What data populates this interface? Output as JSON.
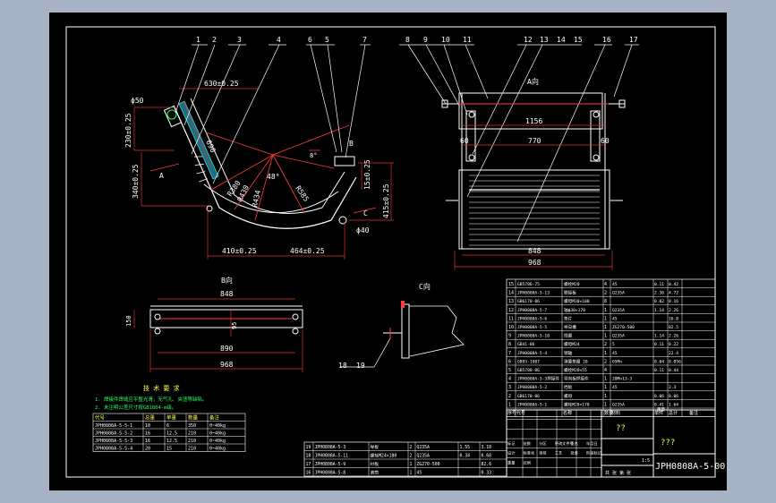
{
  "colors": {
    "window": "#a7b2c4",
    "paper": "#000000",
    "frame": "#ffffff",
    "part": "#ffffff",
    "dim": "#e03030",
    "center": "#ff3b3b",
    "hatch": "#3fd0e0",
    "yellow": "#ffff40",
    "green": "#20ff60"
  },
  "balloons": [
    "1",
    "2",
    "3",
    "4",
    "6",
    "5",
    "7",
    "8",
    "9",
    "10",
    "11",
    "12",
    "13",
    "14",
    "15",
    "16",
    "17"
  ],
  "front": {
    "d_phi50": "ϕ50",
    "d_630": "630±0.25",
    "d_230": "230±0.25",
    "d_340": "340±0.25",
    "d_410": "410±0.25",
    "d_464": "464±0.25",
    "d_415": "415±0.25",
    "d_15": "15±0.25",
    "d_40": "ϕ40",
    "d_r380": "R380",
    "d_r430": "R430",
    "d_r434": "R434",
    "d_r585": "R585",
    "d_48": "48°",
    "d_690": "690",
    "d_angle": "8°",
    "l_b": "B",
    "l_c": "C",
    "l_a": "A"
  },
  "aview": {
    "title": "A向",
    "d_1156": "1156",
    "d_770": "770",
    "d_60a": "60",
    "d_60b": "60",
    "d_848": "848",
    "d_968": "968"
  },
  "bview": {
    "title": "B向",
    "d_848": "848",
    "d_890": "890",
    "d_968": "968",
    "d_150": "150",
    "d_95": "95"
  },
  "cview": {
    "title": "C向",
    "b18": "18",
    "b19": "19"
  },
  "notes": {
    "title": "技 术 要 求",
    "line1": "1. 焊接件焊缝应平整光滑，无气孔、夹渣等缺陷。",
    "line2": "2. 未注明公差尺寸按GB1804-m级。",
    "table_head": [
      "代号",
      "总重",
      "单重",
      "数量",
      "备注"
    ],
    "table_rows": [
      [
        "JPH0808A-5-5-1",
        "10",
        "6",
        "350",
        "0~40kg"
      ],
      [
        "JPH0808A-5-5-2",
        "16",
        "12.5",
        "210",
        "0~40kg"
      ],
      [
        "JPH0808A-5-5-3",
        "16",
        "12.5",
        "210",
        "0~40kg"
      ],
      [
        "JPH0808A-5-5-4",
        "20",
        "15",
        "210",
        "0~40kg"
      ]
    ]
  },
  "bom": [
    [
      "15",
      "GB5786-75",
      "螺栓M20",
      "4",
      "45",
      "0.11",
      "0.42"
    ],
    [
      "14",
      "JPH0808A-5-13",
      "联接板",
      "2",
      "Q235A",
      "2.36",
      "4.72"
    ],
    [
      "13",
      "GB6170-86",
      "螺母M30×100",
      "8",
      "",
      "0.02",
      "0.16"
    ],
    [
      "12",
      "JPH0808A-5-7",
      "轴ϕ30×170",
      "1",
      "Q235A",
      "1.14",
      "2.26"
    ],
    [
      "11",
      "JPH0808A-5-6",
      "垫片",
      "1",
      "45",
      "",
      "16.8"
    ],
    [
      "10",
      "JPH0808A-5-5",
      "导向槽",
      "1",
      "ZG270-500",
      "",
      "82.5"
    ],
    [
      "9",
      "JPH0808A-5-10",
      "挡圈",
      "1",
      "Q235A",
      "1.14",
      "2.26"
    ],
    [
      "8",
      "GB41-86",
      "螺母M24",
      "2",
      "5",
      "0.11",
      "0.22"
    ],
    [
      "7",
      "JPH0808A-5-4",
      "销轴",
      "1",
      "45",
      "",
      "22.4"
    ],
    [
      "6",
      "GB93-1987",
      "弹簧垫圈 20",
      "2",
      "65Mn",
      "0.04",
      "0.056"
    ],
    [
      "5",
      "GB5780-86",
      "螺栓M20×55",
      "4",
      "",
      "0.11",
      "0.44"
    ],
    [
      "4",
      "JPH0808A-5-3焊接件",
      "导向板焊接件",
      "1",
      "20Mn13-3",
      "",
      ""
    ],
    [
      "3",
      "JPH0808A-5-2",
      "挡板",
      "1",
      "45",
      "",
      "2.3"
    ],
    [
      "2",
      "GB6170-86",
      "螺母",
      "1",
      "",
      "0.06",
      "0.06"
    ],
    [
      "1",
      "JPH0808A-5-1",
      "螺栓M20×170",
      "1",
      "Q235A",
      "0.41",
      "1.64"
    ]
  ],
  "bom_head": [
    "序号",
    "代号",
    "名称",
    "数量",
    "材料",
    "单件",
    "总计"
  ],
  "bom_weight": "重量",
  "bom_remark": "备注",
  "title_block": {
    "name": "??",
    "code": "JPH0808A-5-00",
    "company": "???",
    "scale": "1:5",
    "sheet": "共 张 第 张",
    "labels": [
      "标记",
      "处数",
      "分区",
      "更改文件号",
      "签名",
      "年月日",
      "设计",
      "标准化",
      "审核",
      "工艺",
      "批准",
      "阶段标记",
      "重量",
      "比例"
    ]
  },
  "lower_bom": [
    [
      "19",
      "JPH0808A-5-3",
      "导板",
      "2",
      "Q235A",
      "1.55",
      "3.10"
    ],
    [
      "18",
      "JPH0808A-5-11",
      "螺栓M24×180",
      "2",
      "Q235A",
      "0.34",
      "0.68"
    ],
    [
      "17",
      "JPH0808A-5-9",
      "衬板",
      "1",
      "ZG270-500",
      "",
      "82.6"
    ],
    [
      "16",
      "JPH0808A-5-8",
      "滚筒",
      "1",
      "45",
      "",
      "0.33"
    ]
  ]
}
